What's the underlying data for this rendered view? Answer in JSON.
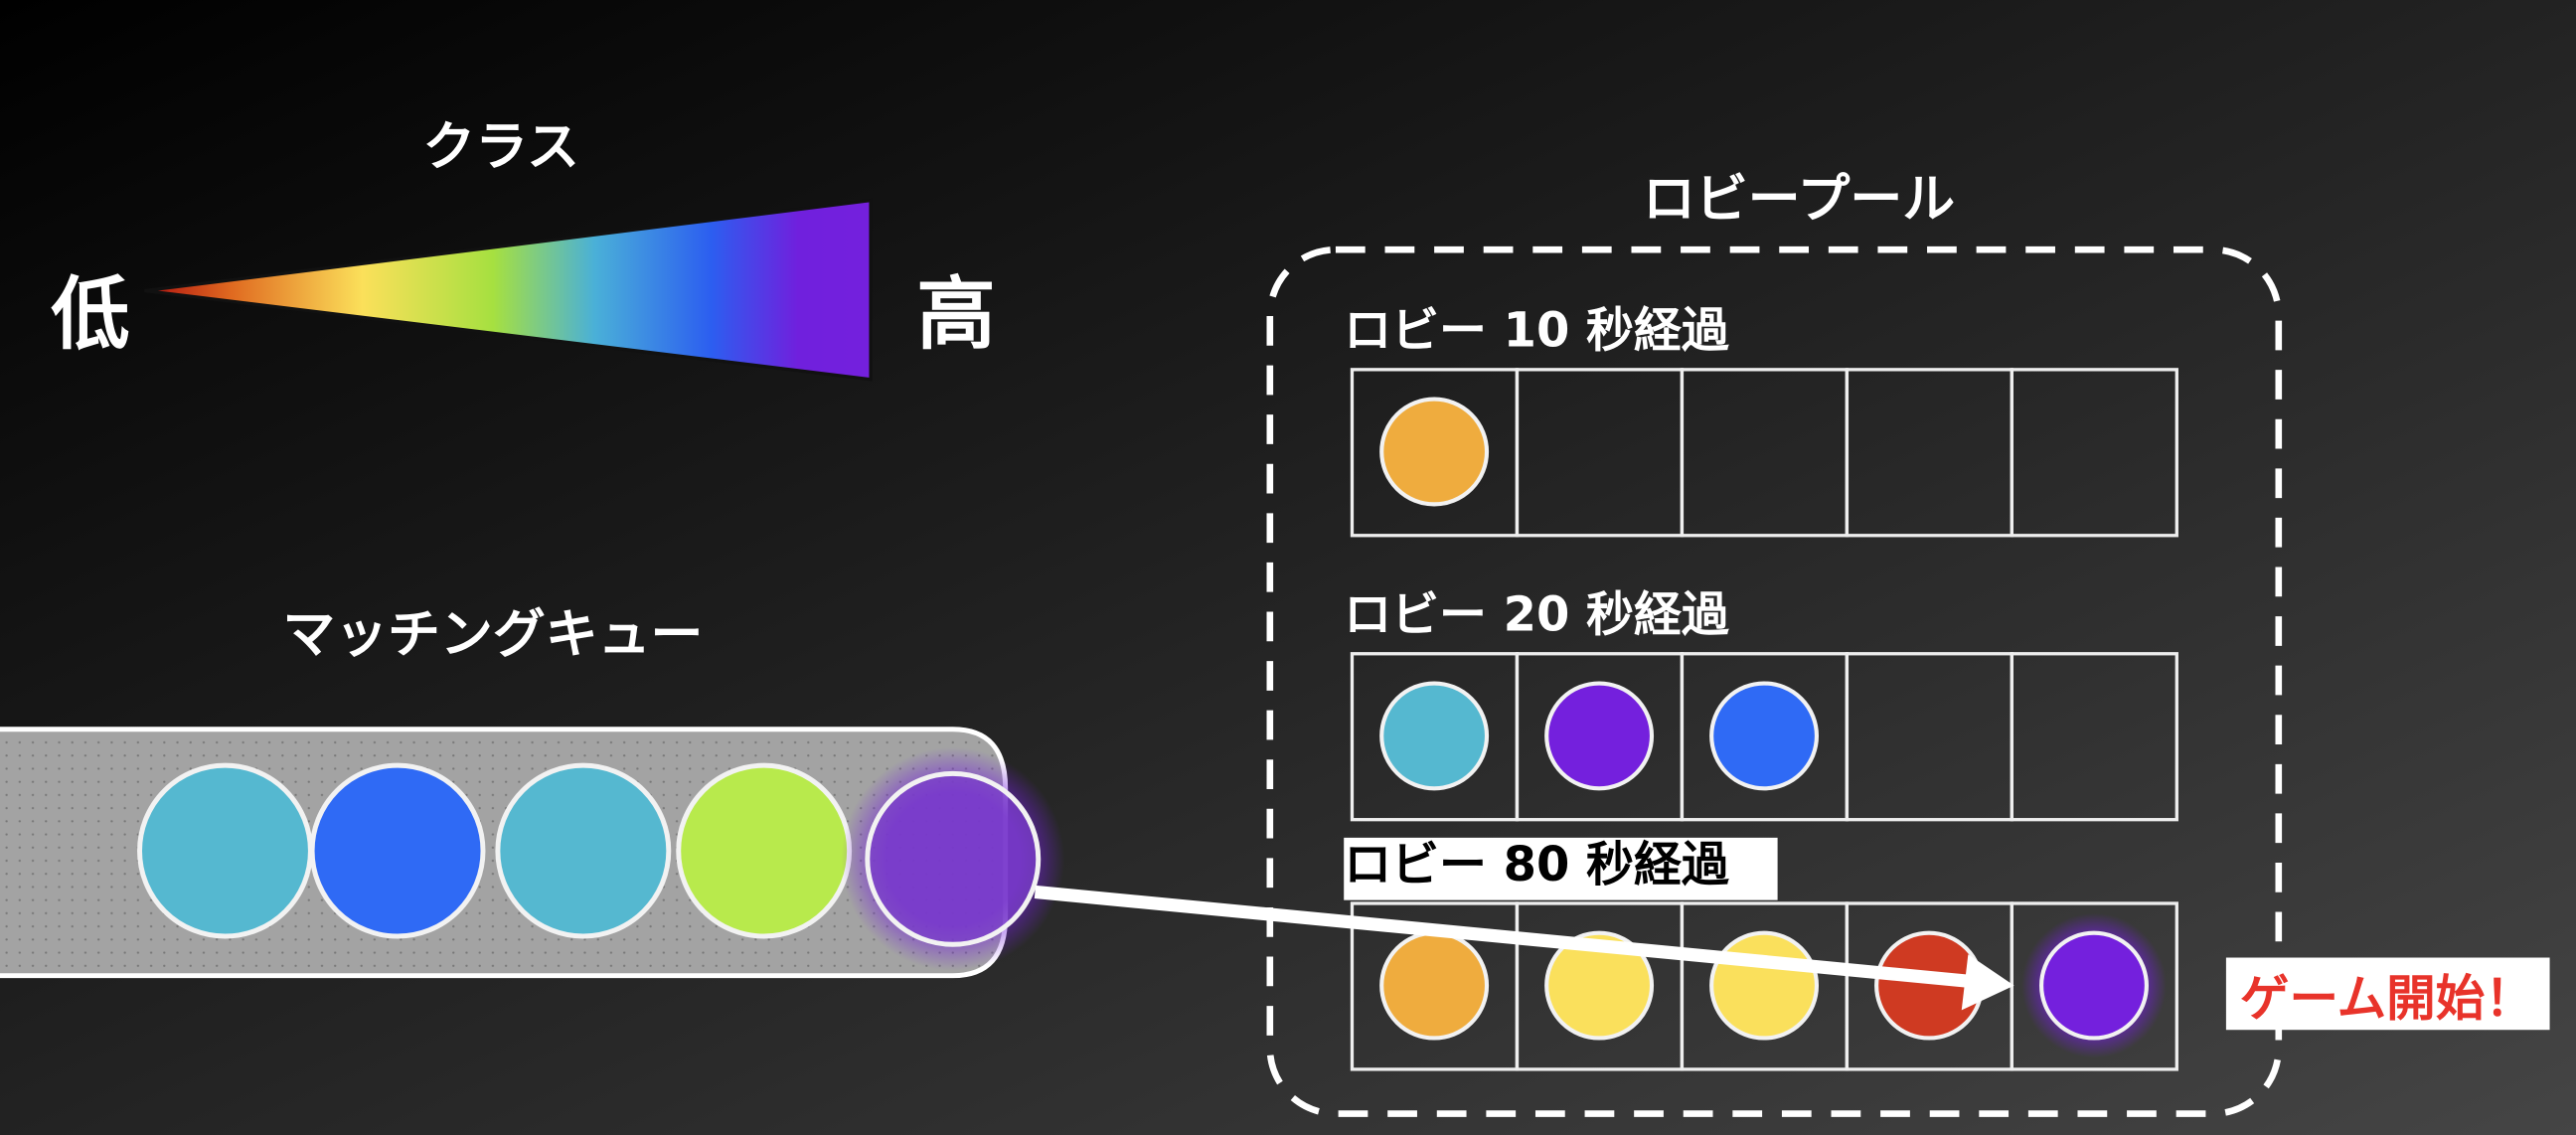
{
  "class_scale": {
    "title": "クラス",
    "low_label": "低",
    "high_label": "高"
  },
  "queue": {
    "title": "マッチングキュー",
    "players": [
      {
        "color": "#55b8d0"
      },
      {
        "color": "#2f6af5"
      },
      {
        "color": "#55b8d0"
      },
      {
        "color": "#b8ea4c"
      },
      {
        "color": "#7a3fc8"
      }
    ]
  },
  "lobby_pool": {
    "title": "ロビープール",
    "lobbies": [
      {
        "label_prefix": "ロビー",
        "seconds": "10",
        "label_suffix": "秒経過",
        "highlighted": false,
        "slots": [
          "#efac3e",
          null,
          null,
          null,
          null
        ]
      },
      {
        "label_prefix": "ロビー",
        "seconds": "20",
        "label_suffix": "秒経過",
        "highlighted": false,
        "slots": [
          "#55b8d0",
          "#7420dd",
          "#2f6af5",
          null,
          null
        ]
      },
      {
        "label_prefix": "ロビー",
        "seconds": "80",
        "label_suffix": "秒経過",
        "highlighted": true,
        "slots": [
          "#efac3e",
          "#fae05c",
          "#fae05c",
          "#cf3a22",
          "#7420dd"
        ]
      }
    ]
  },
  "game_start_label": "ゲーム開始！",
  "colors": {
    "accent_red": "#e8332a",
    "glow_purple": "#7420dd"
  }
}
